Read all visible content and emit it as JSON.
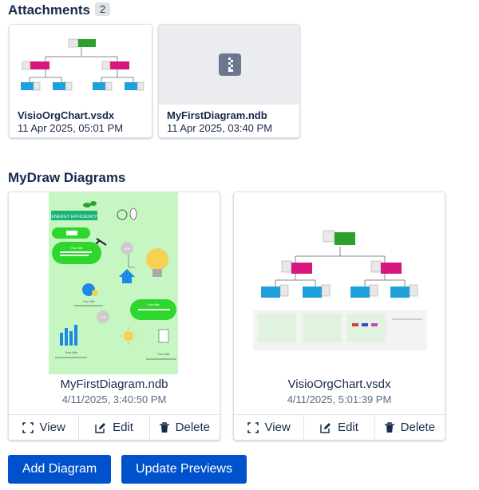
{
  "attachments": {
    "title": "Attachments",
    "count": "2",
    "items": [
      {
        "name": "VisioOrgChart.vsdx",
        "date": "11 Apr 2025, 05:01 PM"
      },
      {
        "name": "MyFirstDiagram.ndb",
        "date": "11 Apr 2025, 03:40 PM"
      }
    ]
  },
  "diagrams": {
    "title": "MyDraw Diagrams",
    "items": [
      {
        "name": "MyFirstDiagram.ndb",
        "date": "4/11/2025, 3:40:50 PM",
        "preview": {
          "banner": "ENERGY EFFICIENCY",
          "text_title_1": "Your title",
          "text_title_2": "Your title",
          "text_title_3": "Your title",
          "text_title_4": "Your title",
          "text_title_5": "Your title",
          "percent_1": "40%",
          "percent_2": "60%"
        }
      },
      {
        "name": "VisioOrgChart.vsdx",
        "date": "4/11/2025, 5:01:39 PM"
      }
    ],
    "actions": {
      "view": "View",
      "edit": "Edit",
      "delete": "Delete"
    }
  },
  "buttons": {
    "add_diagram": "Add Diagram",
    "update_previews": "Update Previews"
  },
  "colors": {
    "primary": "#0052cc",
    "org_green": "#2ca02c",
    "org_pink": "#d6187e",
    "org_blue": "#1ea0dc",
    "infographic_bg": "#c6f7c3"
  }
}
